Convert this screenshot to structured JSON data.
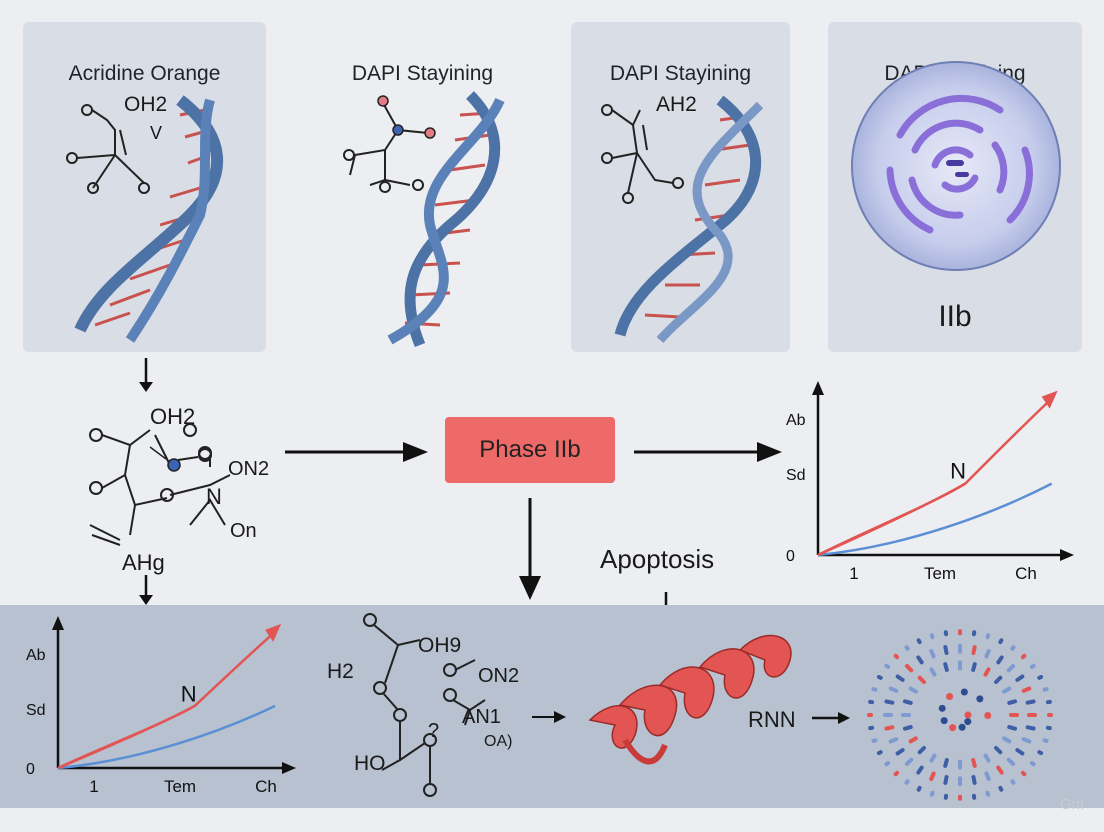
{
  "panels": [
    {
      "title": "Acridine Orange",
      "formula_top": "OH2",
      "formula_side": "V"
    },
    {
      "title": "DAPI Stayining"
    },
    {
      "title": "DAPI Stayining",
      "formula_top": "AH2"
    },
    {
      "title": "DAPI Stayining",
      "caption": "IIb"
    }
  ],
  "center_molecule": {
    "top": "OH2",
    "right_top": "ON2",
    "right_mid": "N",
    "right_bottom": "On",
    "bottom": "AHg"
  },
  "phase_label": "Phase IIb",
  "apoptosis_label": "Apoptosis",
  "bottom_molecule": {
    "top": "OH9",
    "left": "H2",
    "right_top": "ON2",
    "right_mid": "AN1",
    "right_small": "OA)",
    "bottom_left": "HO",
    "mark": "?"
  },
  "rnn_label": "RNN",
  "watermark": "Gm",
  "charts": [
    {
      "y_ticks": [
        "Ab",
        "Sd",
        "0"
      ],
      "x_ticks": [
        "1",
        "Tem",
        "Ch"
      ],
      "annotation": "N"
    },
    {
      "y_ticks": [
        "Ab",
        "Sd",
        "0"
      ],
      "x_ticks": [
        "1",
        "Tem",
        "Ch"
      ],
      "annotation": "N"
    }
  ],
  "colors": {
    "red": "#e25552",
    "blue": "#5a8fd6",
    "helix": "#4d72a5",
    "phase": "#ee6a68",
    "band": "#b7c1cf",
    "panel": "#d9dde5",
    "cell": "#8b6fd8"
  }
}
